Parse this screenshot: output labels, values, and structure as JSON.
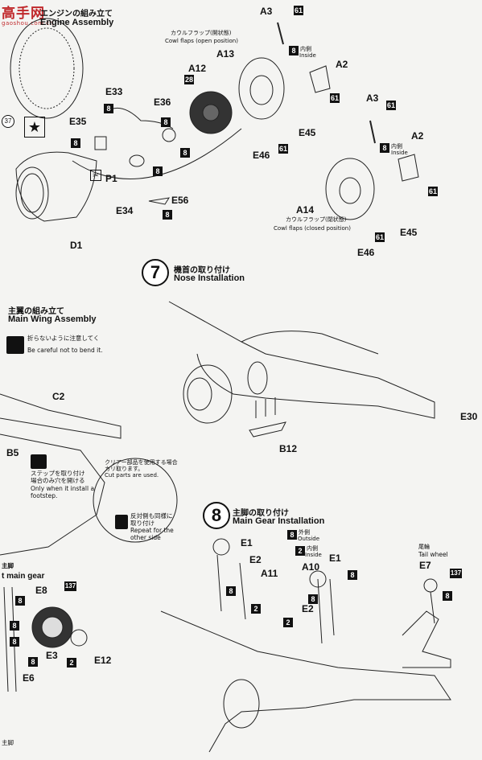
{
  "watermark": {
    "text": "高手网",
    "url": "gaoshou.com.cn"
  },
  "engine": {
    "title_jp": "エンジンの組み立て",
    "title_en": "Engine Assembly",
    "ref_number": "37",
    "labels": {
      "cowl_open_jp": "カウルフラップ(開状態)",
      "cowl_open_en": "Cowl flaps (open position)",
      "cowl_closed_jp": "カウルフラップ(閉状態)",
      "cowl_closed_en": "Cowl flaps (closed position)",
      "inside_jp": "内側",
      "inside_en": "Inside"
    },
    "parts": {
      "A3": "A3",
      "A13": "A13",
      "A2": "A2",
      "A12": "A12",
      "E33": "E33",
      "E36": "E36",
      "E35": "E35",
      "E45": "E45",
      "E46": "E46",
      "P1": "P1",
      "E56": "E56",
      "E34": "E34",
      "D1": "D1",
      "A14": "A14"
    },
    "badges": {
      "b61": "61",
      "b8": "8",
      "b28": "28"
    }
  },
  "nose": {
    "step": "7",
    "title_jp": "機首の取り付け",
    "title_en": "Nose Installation",
    "part": "B12"
  },
  "wing": {
    "title_jp": "主翼の組み立て",
    "title_en": "Main Wing Assembly",
    "note1_jp": "折らないように注意してく",
    "note1_en": "Be careful not to bend it.",
    "note2_jp_1": "ステップを取り付け",
    "note2_jp_2": "場合のみ穴を開ける",
    "note2_en_1": "Only when it install a",
    "note2_en_2": "footstep.",
    "note3_jp_1": "クリアー部品を使用する場合",
    "note3_jp_2": "カリ取ります。",
    "note3_en": "Cut parts are used.",
    "note4_jp_1": "反対側も同様に",
    "note4_jp_2": "取り付け",
    "note4_en_1": "Repeat for the",
    "note4_en_2": "other side",
    "parts": {
      "C2": "C2",
      "B5": "B5"
    }
  },
  "left_gear": {
    "title_jp": "主脚",
    "title_en": "t main gear",
    "parts": {
      "E8": "E8",
      "E3": "E3",
      "E6": "E6",
      "E12": "E12"
    },
    "badges": {
      "b137": "137",
      "b8": "8",
      "b2": "2"
    },
    "bottom_jp": "主脚"
  },
  "main_gear": {
    "step": "8",
    "title_jp": "主脚の取り付け",
    "title_en": "Main Gear Installation",
    "outside_jp": "外側",
    "outside_en": "Outside",
    "inside_jp": "内側",
    "inside_en": "Inside",
    "tail_jp": "尾輪",
    "tail_en": "Tail wheel",
    "parts": {
      "E1": "E1",
      "E2": "E2",
      "A11": "A11",
      "A10": "A10",
      "E7": "E7"
    },
    "badges": {
      "b8": "8",
      "b2": "2",
      "b137": "137"
    }
  },
  "edge_label": "E30"
}
